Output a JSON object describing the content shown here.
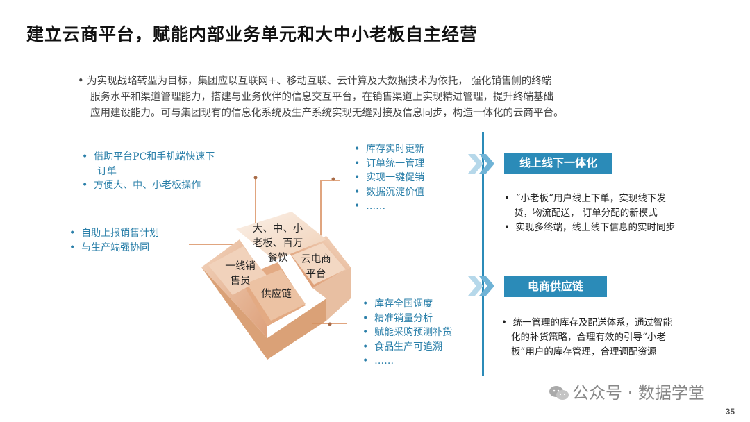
{
  "title": "建立云商平台，赋能内部业务单元和大中小老板自主经营",
  "intro_lines": [
    "为实现战略转型为目标，集团应以互联网+、移动互联、云计算及大数据技术为依托， 强化销售侧的终端",
    "服务水平和渠道管理能力，搭建与业务伙伴的信息交互平台，在销售渠道上实现精进管理，提升终端基础",
    "应用建设能力。可与集团现有的信息化系统及生产系统实现无缝对接及信息同步，构造一体化的云商平台。"
  ],
  "top_left": [
    "借助平台PC和手机端快速下",
    "订单",
    "方便大、中、小老板操作"
  ],
  "mid_left": [
    "自助上报销售计划",
    "与生产端强协同"
  ],
  "top_right": [
    "库存实时更新",
    "订单统一管理",
    "实现一键促销",
    "数据沉淀价值",
    "……"
  ],
  "bottom_right": [
    "库存全国调度",
    "精准销量分析",
    "赋能采购预测补货",
    "食品生产可追溯",
    "……"
  ],
  "cube": {
    "top_label": [
      "大、中、小",
      "老板、百万",
      "餐饮"
    ],
    "left_label": [
      "一线销",
      "售员"
    ],
    "right_label": [
      "云电商",
      "平台"
    ],
    "front_label": "供应链"
  },
  "section1": {
    "tag": "线上线下一体化",
    "bullets": [
      "“小老板“用户线上下单，实现线下发",
      "货，物流配送， 订单分配的新模式",
      "实现多终端，线上线下信息的实时同步"
    ]
  },
  "section2": {
    "tag": "电商供应链",
    "bullets": [
      "统一管理的库存及配送体系，通过智能",
      "化的补货策略，合理有效的引导“小老",
      "板”用户的库存管理，合理调配资源"
    ]
  },
  "watermark": "公众号 · 数据学堂",
  "page_number": "35",
  "colors": {
    "accent": "#2b8bb8",
    "bullet_text": "#2a7fa9",
    "cube_light": "#f6e4d6",
    "cube_mid": "#e8bd9b",
    "cube_dark": "#d99a70"
  }
}
